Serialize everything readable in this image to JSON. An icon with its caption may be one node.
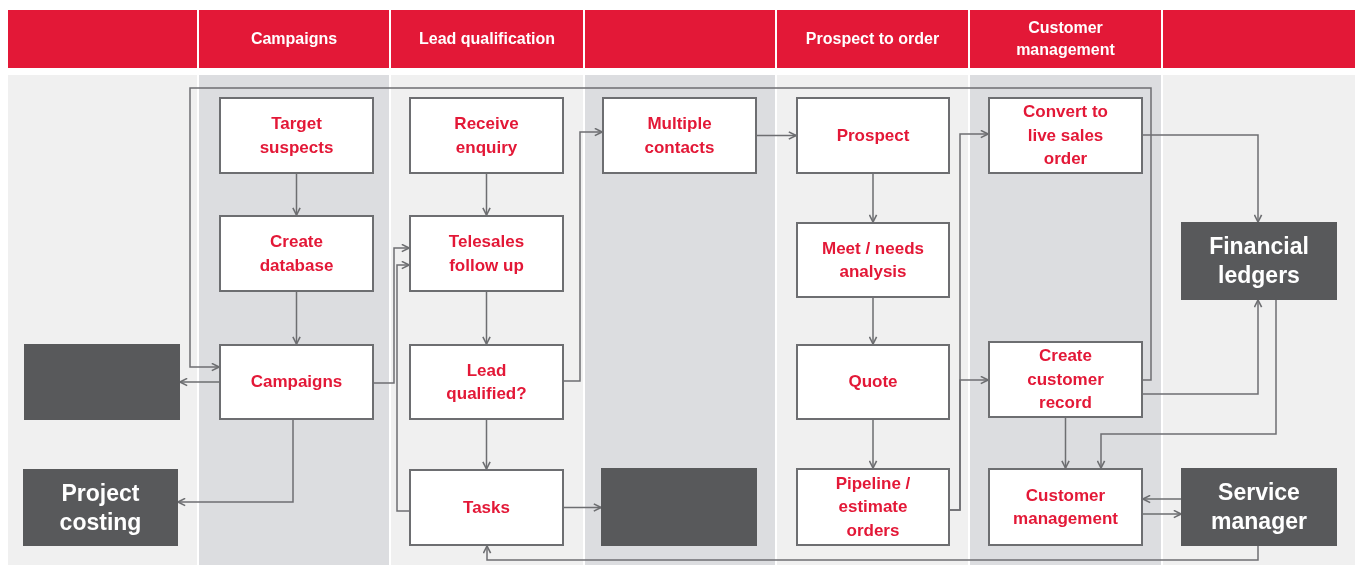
{
  "diagram": {
    "nodes": [
      {
        "text": [],
        "shape": "box"
      },
      {
        "text": [
          "Campaigns"
        ]
      },
      {
        "text": [
          "Lead qualification"
        ]
      },
      {
        "text": [],
        "shape": "box"
      },
      {
        "text": [
          "Prospect to order"
        ]
      },
      {
        "text": [
          "Customer management"
        ]
      },
      {
        "text": [],
        "shape": "box"
      },
      {
        "text": [
          "Target suspects"
        ]
      },
      {
        "text": [
          "Create database"
        ]
      },
      {
        "text": [
          "Campaigns"
        ]
      },
      {
        "text": [],
        "shape": "box"
      },
      {
        "text": [
          "Project costing"
        ]
      },
      {
        "text": [
          "Receive enquiry"
        ]
      },
      {
        "text": [
          "Telesales follow up"
        ]
      },
      {
        "text": [
          "Lead qualified?"
        ]
      },
      {
        "text": [
          "Tasks"
        ]
      },
      {
        "text": [
          "Multiple contacts"
        ]
      },
      {
        "text": [],
        "shape": "box"
      },
      {
        "text": [
          "Prospect"
        ]
      },
      {
        "text": [
          "Meet / needs analysis"
        ]
      },
      {
        "text": [
          "Quote"
        ]
      },
      {
        "text": [
          "Pipeline / estimate orders"
        ]
      },
      {
        "text": [
          "Convert to live sales order"
        ]
      },
      {
        "text": [
          "Create customer record"
        ]
      },
      {
        "text": [
          "Customer management"
        ]
      },
      {
        "text": [
          "Financial ledgers"
        ]
      },
      {
        "text": [
          "Service manager"
        ]
      }
    ],
    "edges": [
      {
        "from": 7,
        "to": 8,
        "arrow": "to"
      },
      {
        "from": 8,
        "to": 9,
        "arrow": "to"
      },
      {
        "from": 9,
        "to": 10,
        "arrow": "to"
      },
      {
        "from": 9,
        "to": 11,
        "arrow": "to"
      },
      {
        "from": 9,
        "to": 13,
        "arrow": "to"
      },
      {
        "from": 15,
        "to": 13,
        "arrow": "to"
      },
      {
        "from": 12,
        "to": 13,
        "arrow": "to"
      },
      {
        "from": 13,
        "to": 14,
        "arrow": "to"
      },
      {
        "from": 14,
        "to": 15,
        "arrow": "to"
      },
      {
        "from": 14,
        "to": 16,
        "arrow": "to"
      },
      {
        "from": 15,
        "to": 17,
        "arrow": "to"
      },
      {
        "from": 16,
        "to": 18,
        "arrow": "to"
      },
      {
        "from": 18,
        "to": 19,
        "arrow": "to"
      },
      {
        "from": 19,
        "to": 20,
        "arrow": "to"
      },
      {
        "from": 20,
        "to": 21,
        "arrow": "to"
      },
      {
        "from": 21,
        "to": 22,
        "arrow": "to"
      },
      {
        "from": 21,
        "to": 23,
        "arrow": "to"
      },
      {
        "from": 23,
        "to": 9,
        "arrow": "to"
      },
      {
        "from": 22,
        "to": 25,
        "arrow": "to"
      },
      {
        "from": 23,
        "to": 25,
        "arrow": "to"
      },
      {
        "from": 25,
        "to": 24,
        "arrow": "to"
      },
      {
        "from": 23,
        "to": 24,
        "arrow": "to"
      },
      {
        "from": 26,
        "to": 24,
        "arrow": "to"
      },
      {
        "from": 24,
        "to": 26,
        "arrow": "to"
      },
      {
        "from": 26,
        "to": 15,
        "arrow": "to"
      }
    ]
  }
}
